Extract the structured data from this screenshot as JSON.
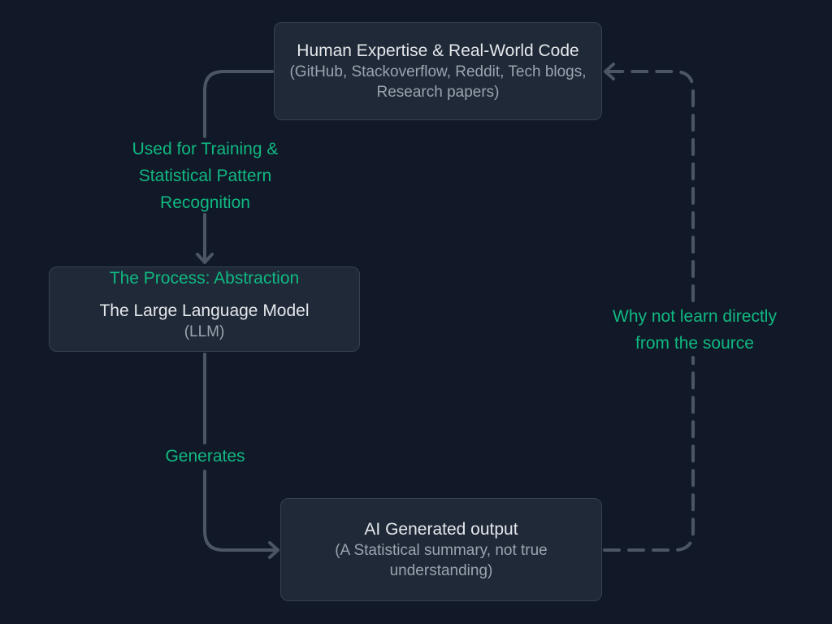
{
  "colors": {
    "background": "#111827",
    "node_fill": "#1f2937",
    "node_border": "#374151",
    "connector": "#4b5563",
    "accent_label": "#10b981",
    "title_text": "#e5e7eb",
    "sub_text": "#9ca3af"
  },
  "nodes": {
    "source": {
      "title": "Human Expertise & Real-World Code",
      "sub": "(GitHub, Stackoverflow, Reddit, Tech blogs, Research papers)"
    },
    "llm": {
      "process_label": "The Process: Abstraction",
      "title": "The Large Language Model",
      "sub": "(LLM)"
    },
    "output": {
      "title": "AI Generated output",
      "sub": "(A Statistical summary, not true understanding)"
    }
  },
  "edges": {
    "training": {
      "label": "Used for  Training  &\nStatistical Pattern\nRecognition",
      "style": "solid"
    },
    "generates": {
      "label": "Generates",
      "style": "solid"
    },
    "feedback": {
      "label": "Why not learn directly\nfrom the source",
      "style": "dashed"
    }
  }
}
